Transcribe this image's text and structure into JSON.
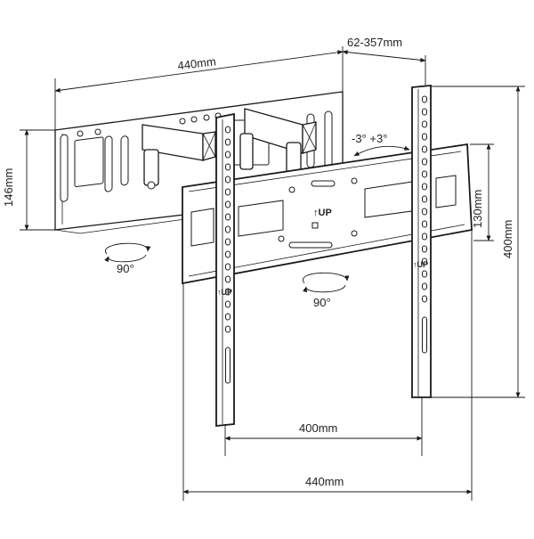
{
  "dimensions": {
    "arm_width": "440mm",
    "extension": "62-357mm",
    "wall_plate_height": "146mm",
    "tilt": "-3°   +3°",
    "swivel_left": "90°",
    "swivel_center": "90°",
    "horizontal_plate_height": "130mm",
    "vertical_height": "400mm",
    "vesa_width": "400mm",
    "total_width": "440mm"
  },
  "markings": {
    "up_center": "↑UP",
    "up_left": "↑UP",
    "up_right": "↑UP"
  }
}
